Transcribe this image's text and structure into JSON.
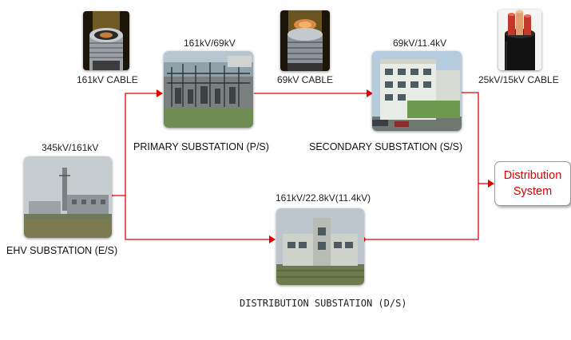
{
  "diagram": {
    "accent_color": "#e60000",
    "nodes": {
      "ehv": {
        "name": "EHV SUBSTATION (E/S)",
        "ratio": "345kV/161kV"
      },
      "primary": {
        "name": "PRIMARY SUBSTATION (P/S)",
        "ratio": "161kV/69kV"
      },
      "secondary": {
        "name": "SECONDARY SUBSTATION (S/S)",
        "ratio": "69kV/11.4kV"
      },
      "distribution_sub": {
        "name": "DISTRIBUTION SUBSTATION (D/S)",
        "ratio": "161kV/22.8kV(11.4kV)"
      },
      "distribution_system": {
        "line1": "Distribution",
        "line2": "System"
      }
    },
    "cables": {
      "c161": {
        "label": "161kV  CABLE",
        "icon": "cable-cross-section-icon"
      },
      "c69": {
        "label": "69kV  CABLE",
        "icon": "cable-cross-section-icon"
      },
      "c25": {
        "label": "25kV/15kV  CABLE",
        "icon": "multicore-cable-icon"
      }
    }
  }
}
